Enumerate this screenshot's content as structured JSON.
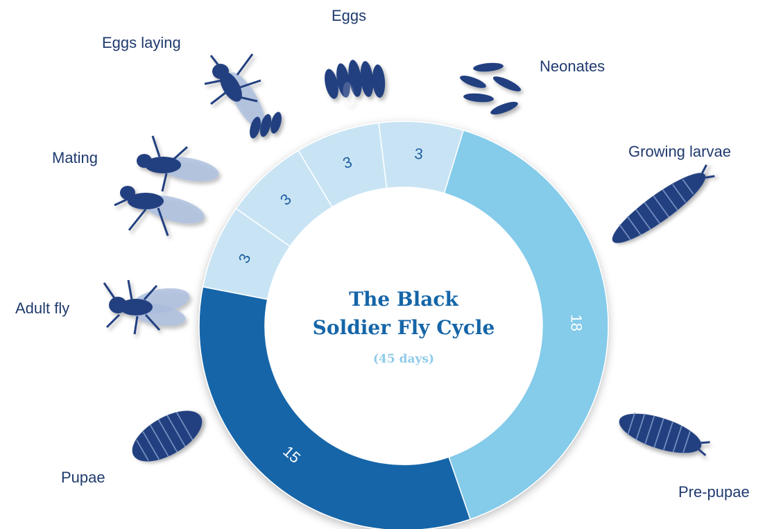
{
  "diagram": {
    "title_line1": "The Black",
    "title_line2": "Soldier Fly Cycle",
    "subtitle": "(45 days)",
    "stages": [
      {
        "label": "Eggs",
        "icon": "eggs-icon"
      },
      {
        "label": "Neonates",
        "icon": "neonates-icon"
      },
      {
        "label": "Growing larvae",
        "icon": "growing-larvae-icon"
      },
      {
        "label": "Pre-pupae",
        "icon": "pre-pupae-icon"
      },
      {
        "label": "Pupae",
        "icon": "pupae-icon"
      },
      {
        "label": "Adult fly",
        "icon": "adult-fly-icon"
      },
      {
        "label": "Mating",
        "icon": "mating-flies-icon"
      },
      {
        "label": "Eggs laying",
        "icon": "egg-laying-fly-icon"
      }
    ],
    "segments": [
      {
        "days": 3,
        "color": "#c8e4f4"
      },
      {
        "days": 3,
        "color": "#c8e4f4"
      },
      {
        "days": 3,
        "color": "#c8e4f4"
      },
      {
        "days": 3,
        "color": "#c8e4f4"
      },
      {
        "days": 18,
        "color": "#85cbea"
      },
      {
        "days": 15,
        "color": "#1265a8"
      }
    ],
    "colors": {
      "icon_fill": "#233f80",
      "label_text": "#1f3a6e",
      "title_text": "#1565a8",
      "subtitle_text": "#8fcbea",
      "segment_number_light": "#1f5fa0",
      "segment_number_dark": "#ffffff"
    }
  }
}
